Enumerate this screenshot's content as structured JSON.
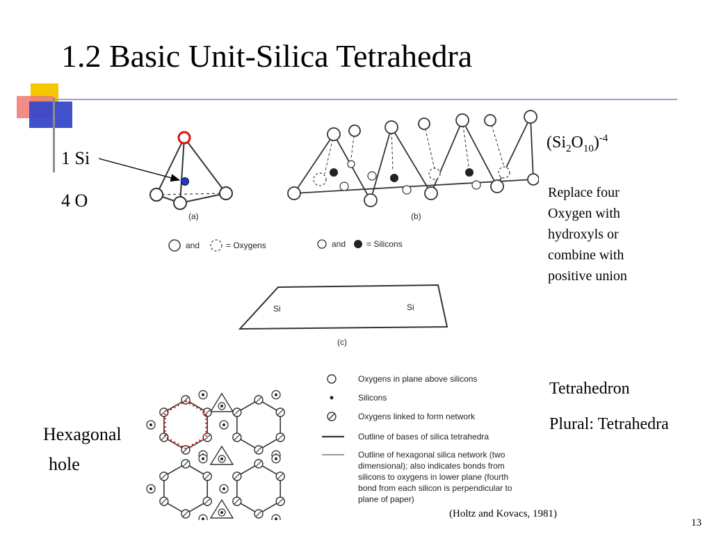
{
  "slide": {
    "title": "1.2 Basic Unit-Silica Tetrahedra",
    "page_number": "13"
  },
  "annotations": {
    "si_count": "1 Si",
    "o_count": "4 O",
    "formula_base": "(Si",
    "formula_sub1": "2",
    "formula_o": "O",
    "formula_sub2": "10",
    "formula_close": ")",
    "formula_charge": "-4",
    "replace_note": "Replace four Oxygen with hydroxyls or combine with positive union",
    "tetrahedron": "Tetrahedron",
    "plural": "Plural: Tetrahedra",
    "hexagonal_1": "Hexagonal",
    "hexagonal_2": "hole",
    "citation": "(Holtz and Kovacs, 1981)"
  },
  "figure": {
    "label_a": "(a)",
    "label_b": "(b)",
    "label_c": "(c)",
    "key_and_1": "and",
    "key_oxygens": "= Oxygens",
    "key_and_2": "and",
    "key_silicons": "= Silicons",
    "plane_si_left": "Si",
    "plane_si_right": "Si",
    "legend": [
      "Oxygens in plane above silicons",
      "Silicons",
      "Oxygens linked to form network",
      "Outline of bases of silica tetrahedra",
      "Outline of hexagonal silica network (two",
      "dimensional); also indicates bonds from",
      "silicons to oxygens in lower plane (fourth",
      "bond from each silicon is perpendicular to",
      "plane of paper)"
    ]
  },
  "colors": {
    "highlight_red": "#dd1111",
    "silicon_blue": "#2233dd",
    "accent_yellow": "#f5c800",
    "accent_blue": "#3848c8"
  }
}
